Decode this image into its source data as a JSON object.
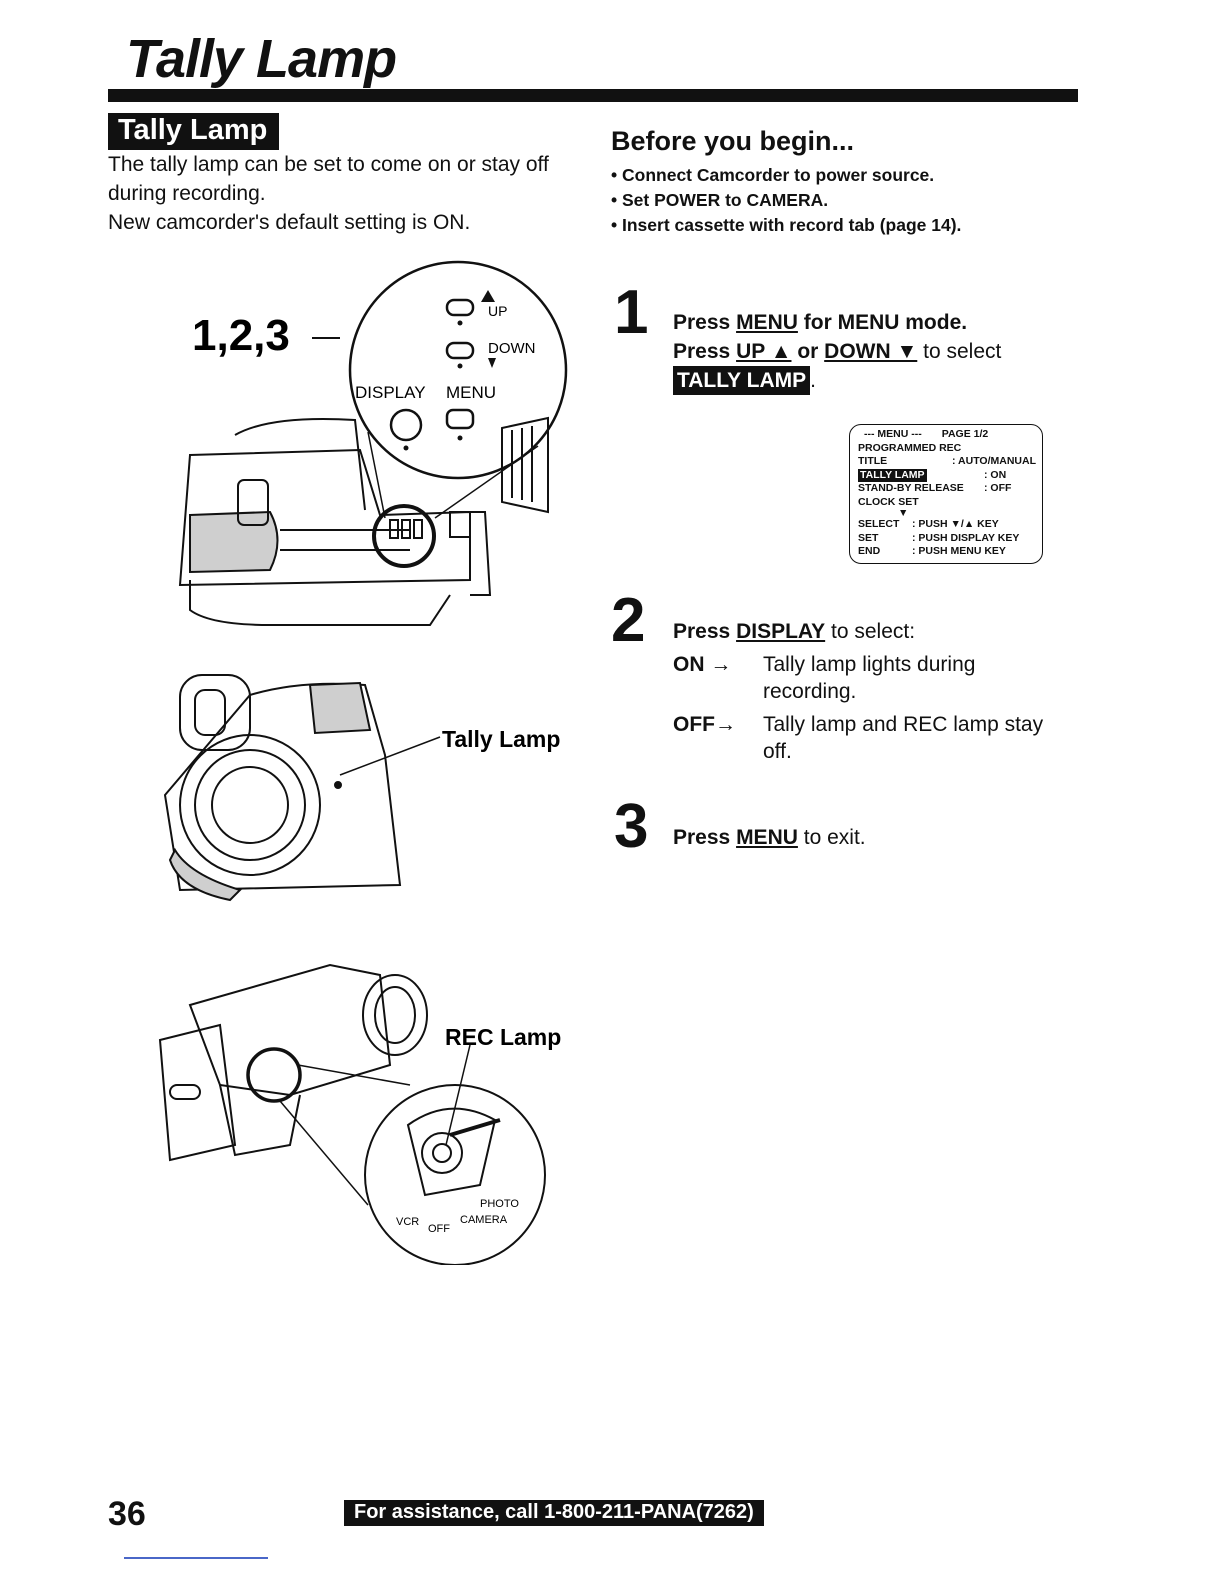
{
  "page": {
    "title": "Tally Lamp",
    "page_number": "36",
    "footer_assistance": "For assistance, call 1-800-211-PANA(7262)"
  },
  "section": {
    "label": "Tally Lamp",
    "intro_line1": "The tally lamp can be set to come on or stay off during recording.",
    "intro_line2": "New camcorder's default setting is ON."
  },
  "before_you_begin": {
    "heading": "Before you begin...",
    "items": [
      "Connect Camcorder to power source.",
      "Set POWER to CAMERA.",
      "Insert cassette with record tab (page 14)."
    ]
  },
  "illustration_top": {
    "step_ref": "1,2,3",
    "up_label": "UP",
    "down_label": "DOWN",
    "display_label": "DISPLAY",
    "menu_label": "MENU"
  },
  "illustration_middle": {
    "callout": "Tally Lamp"
  },
  "illustration_bottom": {
    "callout": "REC Lamp",
    "dial_vcr": "VCR",
    "dial_off": "OFF",
    "dial_camera": "CAMERA",
    "dial_photo": "PHOTO"
  },
  "steps": {
    "step1": {
      "number": "1",
      "press": "Press",
      "menu_key": "MENU",
      "line1_rest": "for MENU mode.",
      "up_key": "UP ▲",
      "or": "or",
      "down_key": "DOWN ▼",
      "line2_rest": "to select",
      "tally_label": "TALLY LAMP",
      "period": "."
    },
    "step2": {
      "number": "2",
      "press": "Press",
      "display_key": "DISPLAY",
      "rest": "to select:",
      "on_key": "ON →",
      "on_desc": "Tally lamp lights during recording.",
      "off_key": "OFF→",
      "off_desc": "Tally lamp and REC lamp stay off."
    },
    "step3": {
      "number": "3",
      "press": "Press",
      "menu_key": "MENU",
      "rest": "to exit."
    }
  },
  "menu_screen": {
    "header": "--- MENU ---",
    "page": "PAGE 1/2",
    "row1": "PROGRAMMED REC",
    "row2_label": "TITLE",
    "row2_value": ": AUTO/MANUAL",
    "row3_label": "TALLY LAMP",
    "row3_value": ": ON",
    "row4_label": "STAND-BY RELEASE",
    "row4_value": ": OFF",
    "row5": "CLOCK SET",
    "foot1_label": "SELECT",
    "foot1_value": ": PUSH ▼/▲ KEY",
    "foot2_label": "SET",
    "foot2_value": ": PUSH DISPLAY KEY",
    "foot3_label": "END",
    "foot3_value": ": PUSH MENU KEY"
  }
}
